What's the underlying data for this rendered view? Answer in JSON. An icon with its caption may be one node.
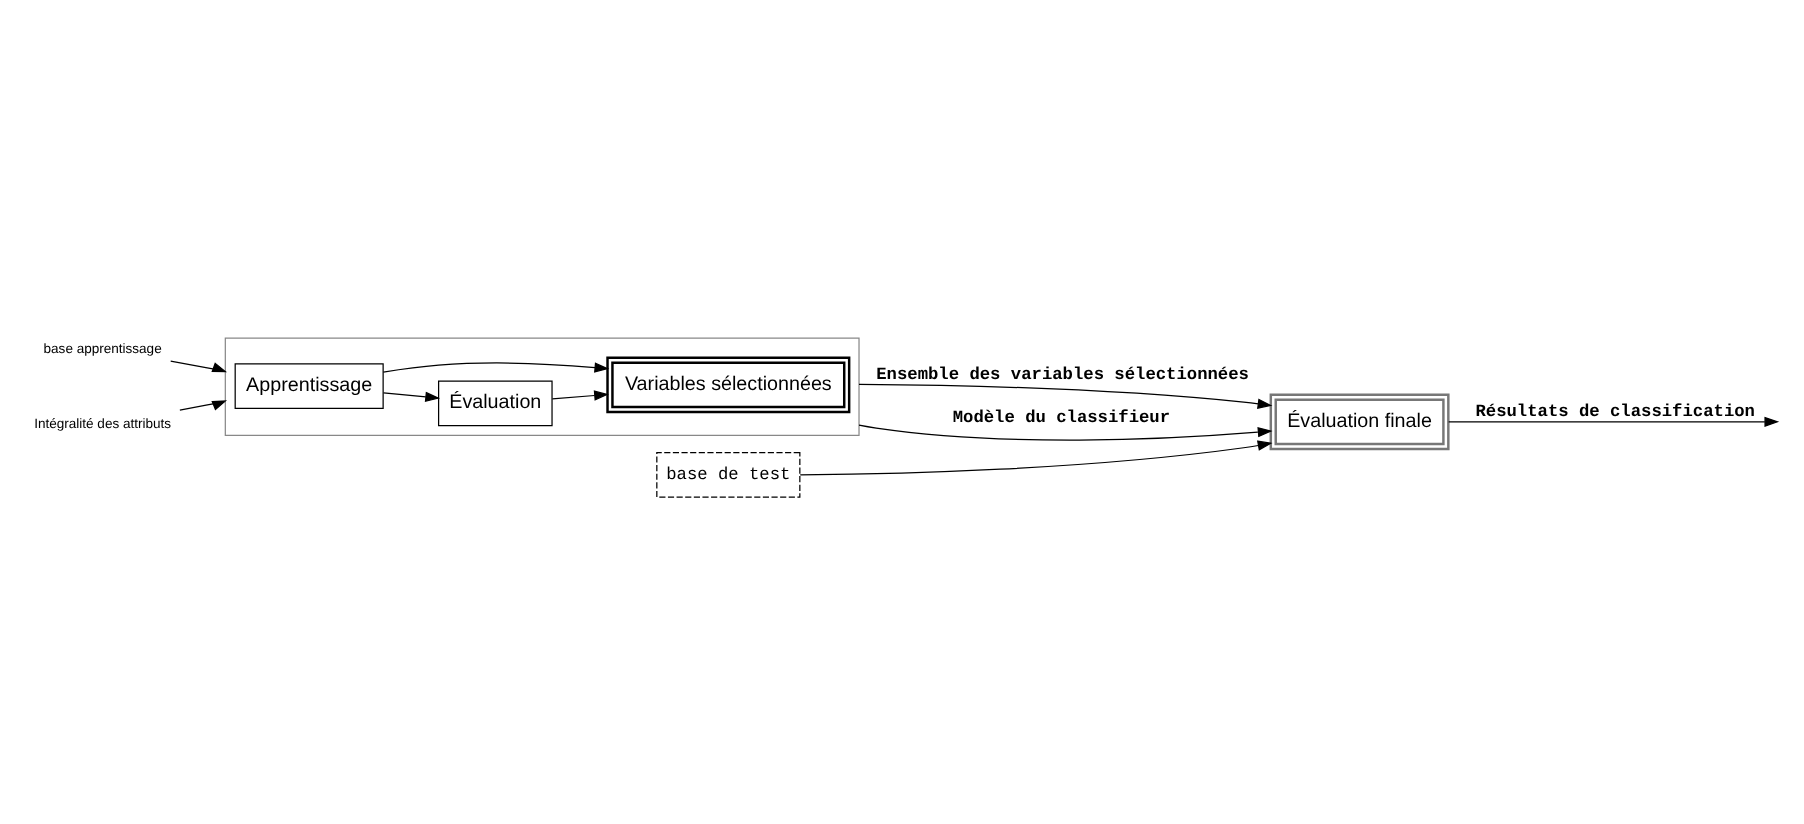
{
  "diagram": {
    "nodes": [
      {
        "text": [
          "base apprentissage"
        ]
      },
      {
        "text": [
          "Intégralité des attributs"
        ]
      },
      {
        "text": [],
        "shape": "box"
      },
      {
        "text": [
          "Apprentissage"
        ],
        "in": 2
      },
      {
        "text": [
          "Évaluation"
        ],
        "in": 2
      },
      {
        "text": [
          "Variables sélectionnées"
        ],
        "in": 2
      },
      {
        "text": [
          "Évaluation finale"
        ]
      },
      {
        "text": [
          "base de test"
        ]
      }
    ],
    "edges": [
      {
        "from": 0,
        "to": 2,
        "arrow": "to"
      },
      {
        "from": 1,
        "to": 2,
        "arrow": "to"
      },
      {
        "from": 3,
        "to": 4,
        "arrow": "to"
      },
      {
        "from": 3,
        "to": 5,
        "arrow": "to"
      },
      {
        "from": 4,
        "to": 5,
        "arrow": "to"
      },
      {
        "from": 2,
        "to": 6,
        "arrow": "to",
        "label": "Ensemble des variables sélectionnées"
      },
      {
        "from": 2,
        "to": 6,
        "arrow": "to",
        "label": "Modèle du classifieur"
      },
      {
        "from": 6,
        "to": null,
        "arrow": "to",
        "label": "Résultats de classification"
      },
      {
        "from": 7,
        "to": 6,
        "arrow": "to"
      }
    ]
  }
}
